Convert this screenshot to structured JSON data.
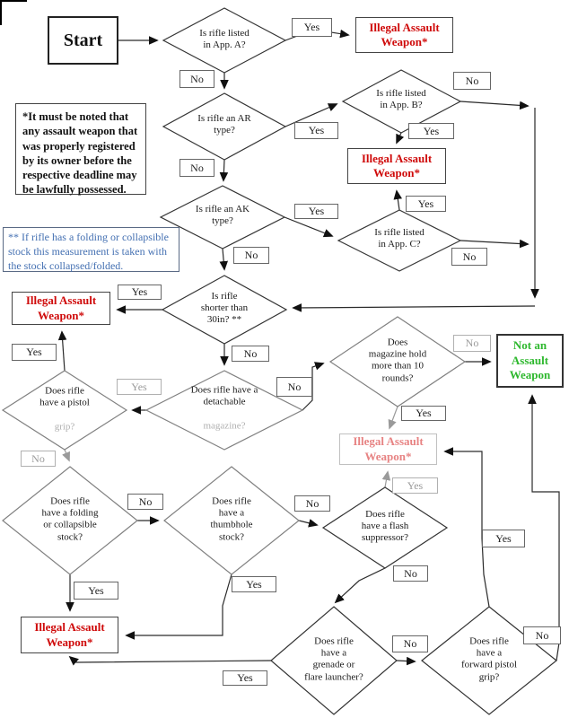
{
  "labels": {
    "yes": "Yes",
    "no": "No"
  },
  "terminals": {
    "start": "Start",
    "illegal": "Illegal Assault\nWeapon*",
    "not_assault": "Not an\nAssault\nWeapon"
  },
  "notes": {
    "registered": "*It must be noted that any assault weapon that was properly registered by its owner before the respective deadline may be lawfully possessed.",
    "stock_measure": "** If rifle has a folding or collapsible stock this measurement is taken with the stock collapsed/folded."
  },
  "decisions": {
    "app_a": {
      "label": "Is rifle listed\nin App. A?"
    },
    "ar_type": {
      "label": "Is rifle an AR\ntype?"
    },
    "app_b": {
      "label": "Is rifle listed\nin App. B?"
    },
    "ak_type": {
      "label": "Is rifle an AK\ntype?"
    },
    "app_c": {
      "label": "Is rifle listed\nin App. C?"
    },
    "shorter_30": {
      "label": "Is rifle\nshorter than\n30in? **"
    },
    "detachable_mag": {
      "label_main": "Does rifle have a\ndetachable",
      "label_faded": "magazine?"
    },
    "pistol_grip": {
      "label_main": "Does rifle\nhave a pistol",
      "label_faded": "grip?"
    },
    "mag_10": {
      "label": "Does\nmagazine hold\nmore than 10\nrounds?"
    },
    "folding_stock": {
      "label": "Does rifle\nhave a folding\nor collapsible\nstock?"
    },
    "thumbhole": {
      "label": "Does rifle\nhave a\nthumbhole\nstock?"
    },
    "flash_suppressor": {
      "label": "Does rifle\nhave a flash\nsuppressor?"
    },
    "grenade_launcher": {
      "label": "Does rifle\nhave a\ngrenade or\nflare launcher?"
    },
    "forward_grip": {
      "label": "Does rifle\nhave a\nforward pistol\ngrip?"
    }
  },
  "palette": {
    "illegal_red": "#cf0a0a",
    "illegal_red_faded": "#e78383",
    "not_assault_green": "#2eb82e",
    "note_blue": "#4470b2",
    "line_black": "#1a1a1a",
    "line_gray": "#9a9a9a"
  },
  "flow": {
    "edges": [
      {
        "from": "start",
        "answer": "",
        "to": "app_a"
      },
      {
        "from": "app_a",
        "answer": "Yes",
        "to": "illegal_1"
      },
      {
        "from": "app_a",
        "answer": "No",
        "to": "ar_type"
      },
      {
        "from": "ar_type",
        "answer": "Yes",
        "to": "app_b"
      },
      {
        "from": "ar_type",
        "answer": "No",
        "to": "ak_type"
      },
      {
        "from": "app_b",
        "answer": "Yes",
        "to": "illegal_2"
      },
      {
        "from": "app_b",
        "answer": "No",
        "to": "shorter_30"
      },
      {
        "from": "ak_type",
        "answer": "Yes",
        "to": "app_c"
      },
      {
        "from": "ak_type",
        "answer": "No",
        "to": "shorter_30"
      },
      {
        "from": "app_c",
        "answer": "Yes",
        "to": "illegal_2"
      },
      {
        "from": "app_c",
        "answer": "No",
        "to": "shorter_30"
      },
      {
        "from": "shorter_30",
        "answer": "Yes",
        "to": "illegal_3"
      },
      {
        "from": "shorter_30",
        "answer": "No",
        "to": "detachable_mag"
      },
      {
        "from": "detachable_mag",
        "answer": "Yes",
        "to": "pistol_grip"
      },
      {
        "from": "detachable_mag",
        "answer": "No",
        "to": "mag_10"
      },
      {
        "from": "mag_10",
        "answer": "No",
        "to": "not_assault"
      },
      {
        "from": "mag_10",
        "answer": "Yes",
        "to": "illegal_4"
      },
      {
        "from": "pistol_grip",
        "answer": "Yes",
        "to": "illegal_3"
      },
      {
        "from": "pistol_grip",
        "answer": "No",
        "to": "folding_stock"
      },
      {
        "from": "folding_stock",
        "answer": "No",
        "to": "thumbhole"
      },
      {
        "from": "folding_stock",
        "answer": "Yes",
        "to": "illegal_5"
      },
      {
        "from": "thumbhole",
        "answer": "No",
        "to": "flash_suppressor"
      },
      {
        "from": "thumbhole",
        "answer": "Yes",
        "to": "illegal_5"
      },
      {
        "from": "flash_suppressor",
        "answer": "Yes",
        "to": "illegal_4"
      },
      {
        "from": "flash_suppressor",
        "answer": "No",
        "to": "grenade_launcher"
      },
      {
        "from": "grenade_launcher",
        "answer": "Yes",
        "to": "illegal_5"
      },
      {
        "from": "grenade_launcher",
        "answer": "No",
        "to": "forward_grip"
      },
      {
        "from": "forward_grip",
        "answer": "Yes",
        "to": "illegal_4"
      },
      {
        "from": "forward_grip",
        "answer": "No",
        "to": "not_assault"
      }
    ]
  }
}
